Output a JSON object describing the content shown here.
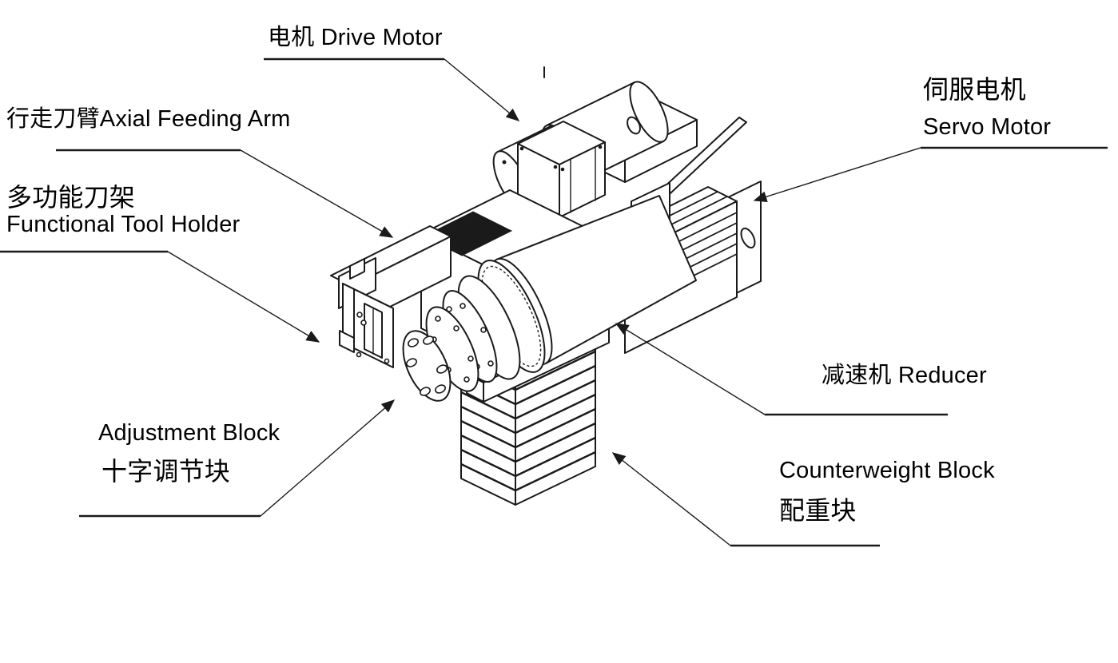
{
  "colors": {
    "line": "#1a1a1a",
    "text": "#000000",
    "background": "#ffffff"
  },
  "labels": {
    "drive_motor": {
      "text": "电机 Drive Motor"
    },
    "axial_feeding_arm": {
      "text": "行走刀臂Axial Feeding Arm"
    },
    "functional_tool_holder": {
      "line1": "多功能刀架",
      "line2": "Functional Tool Holder"
    },
    "adjustment_block": {
      "line1": "Adjustment Block",
      "line2": "十字调节块"
    },
    "servo_motor": {
      "line1": "伺服电机",
      "line2": "Servo Motor"
    },
    "reducer": {
      "text": "减速机 Reducer"
    },
    "counterweight_block": {
      "line1": "Counterweight Block",
      "line2": "配重块"
    }
  }
}
